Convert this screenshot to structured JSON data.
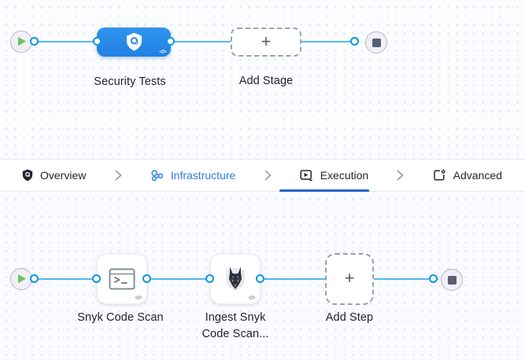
{
  "icons": {
    "code_glyph": "</>",
    "plus_glyph": "+"
  },
  "colors": {
    "node_blue": "#2a8ceb",
    "line_blue": "#57b7ef",
    "connector_blue": "#1095e0",
    "active_tab_blue": "#2366cf",
    "infrastructure_blue": "#2b7de0",
    "play_green": "#72c25e",
    "stop_gray": "#5a5e71"
  },
  "top_pipeline": {
    "stage_label": "Security Tests",
    "add_stage_label": "Add Stage"
  },
  "tabs": [
    {
      "label": "Overview",
      "active": false
    },
    {
      "label": "Infrastructure",
      "active": false
    },
    {
      "label": "Execution",
      "active": true
    },
    {
      "label": "Advanced",
      "active": false
    }
  ],
  "execution_pipeline": {
    "step1_label": "Snyk Code Scan",
    "step2_label_line1": "Ingest Snyk",
    "step2_label_line2": "Code Scan...",
    "add_step_label": "Add Step"
  }
}
